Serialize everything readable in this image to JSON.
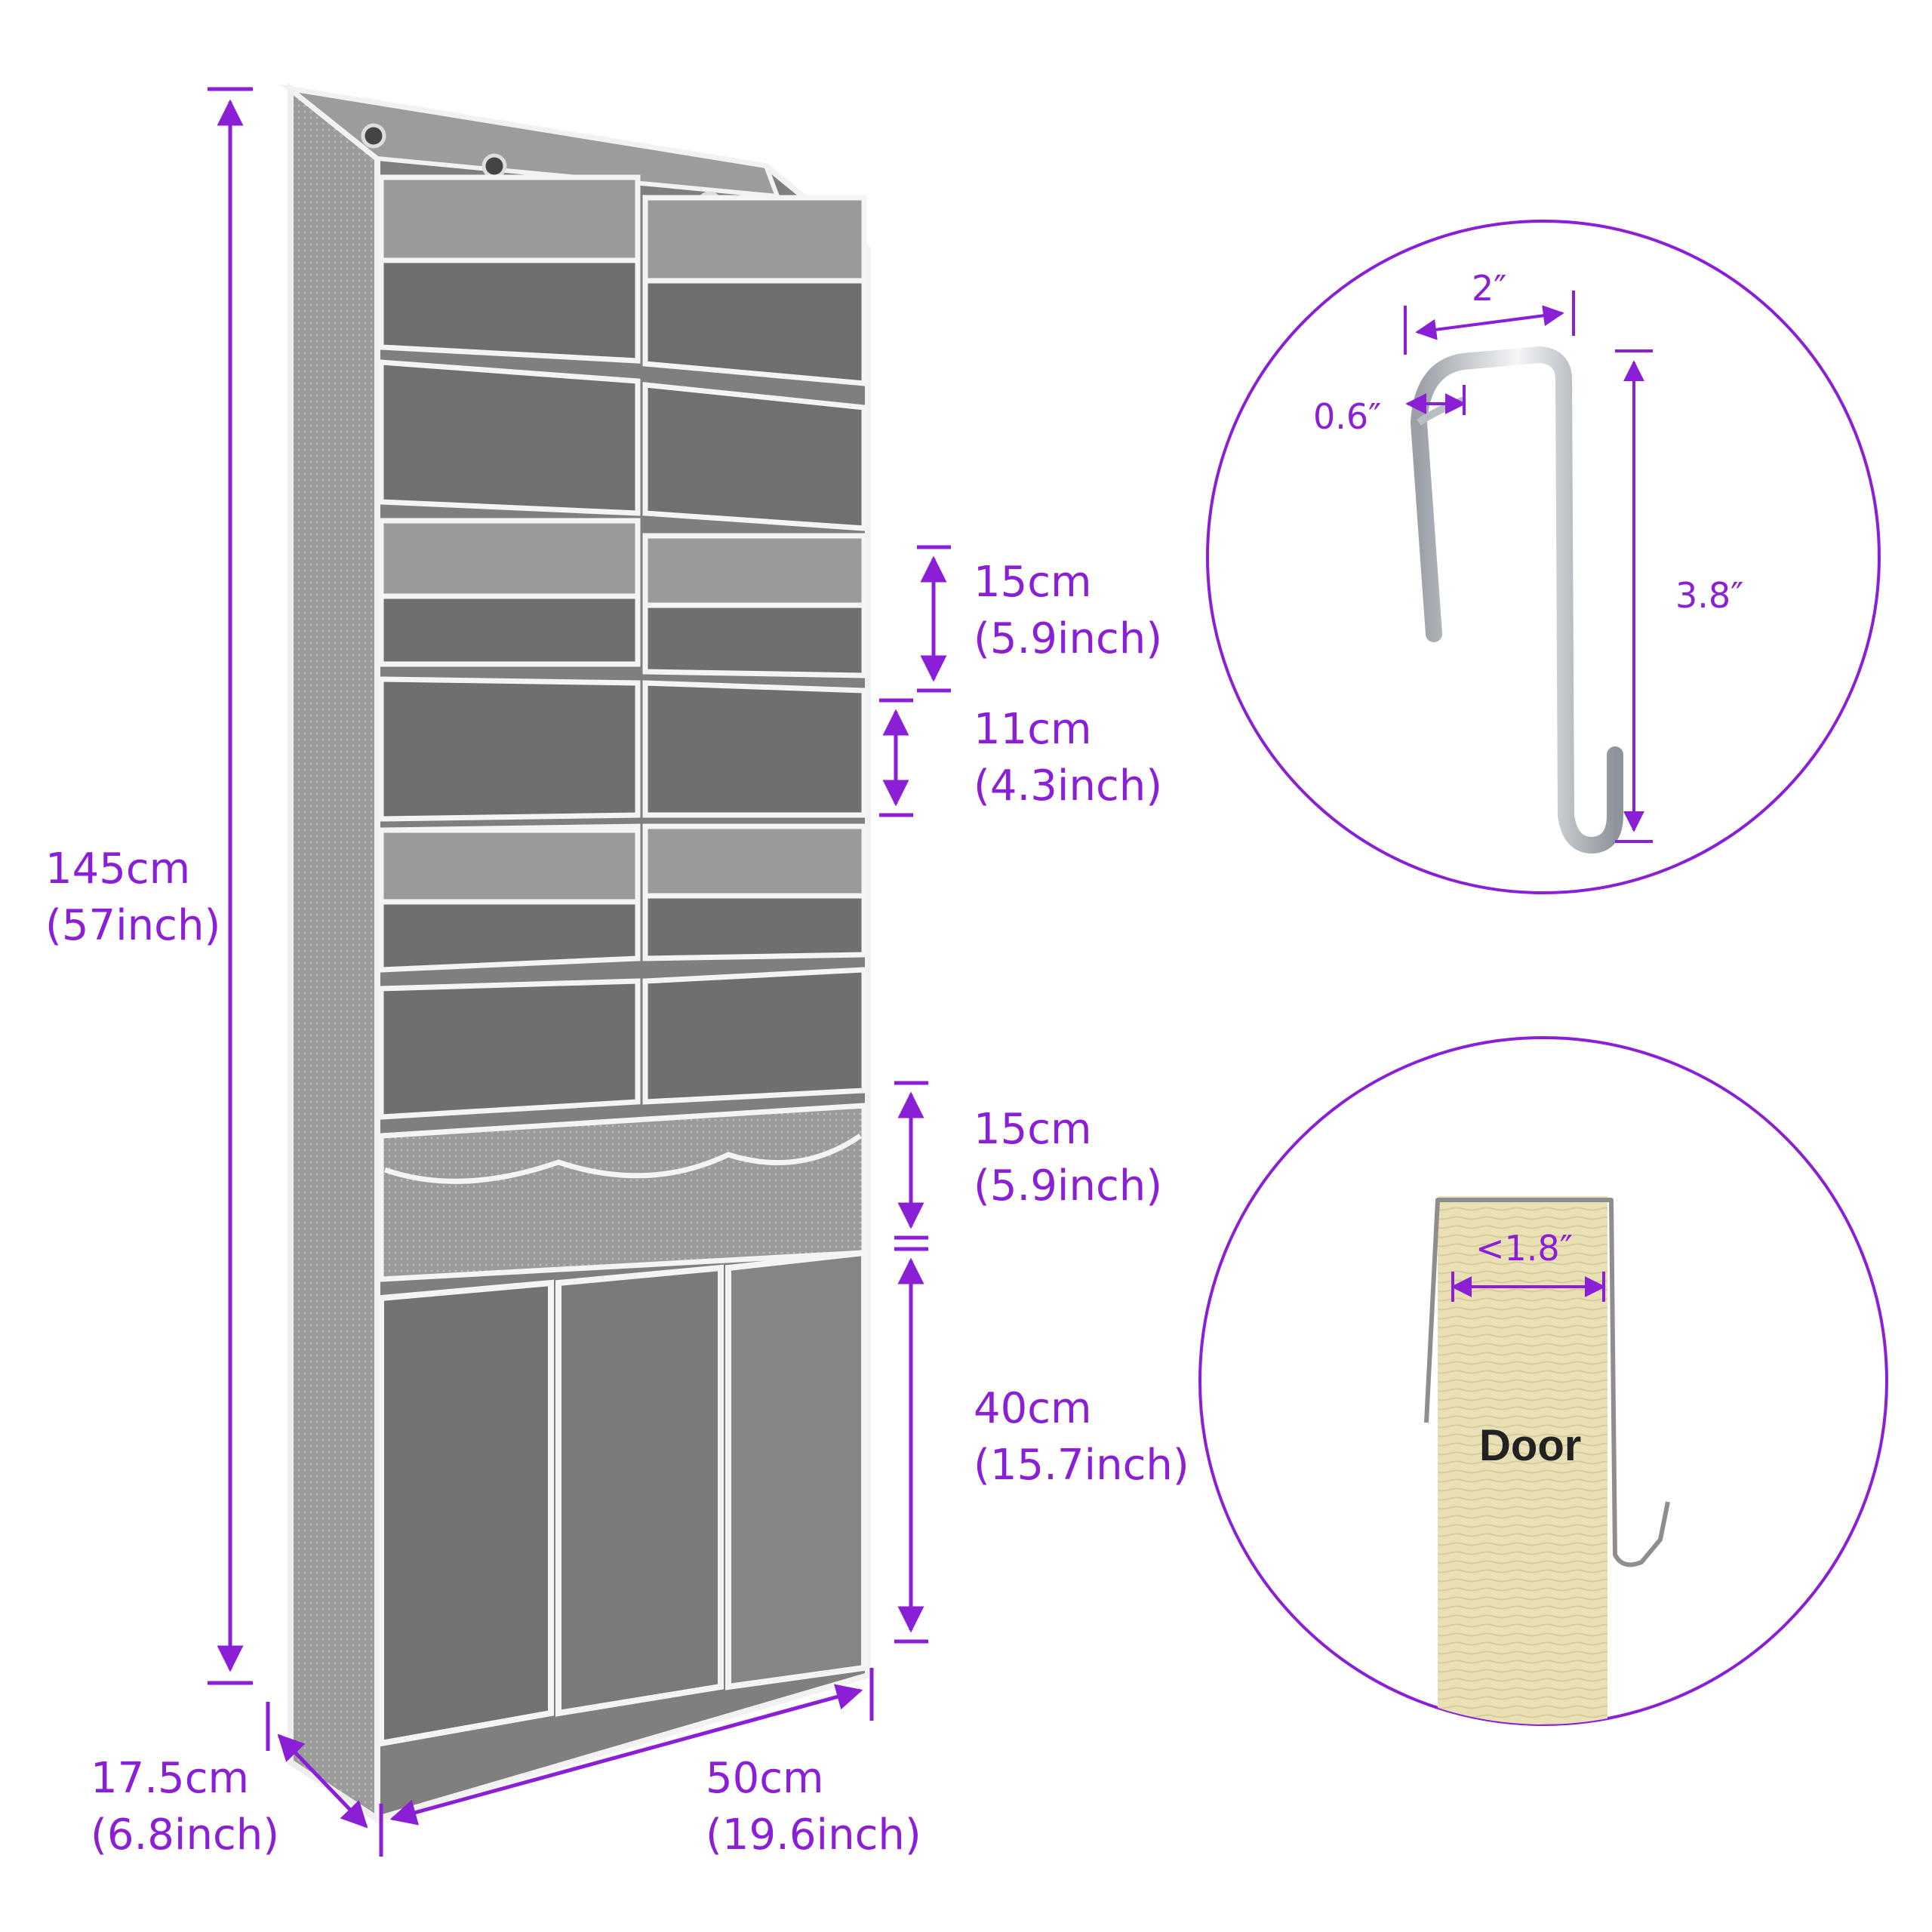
{
  "colors": {
    "accent": "#8a1fd6",
    "fabric": "#8a8a8a",
    "fabric_dark": "#6f6f6f",
    "trim": "#f2f2f2",
    "wood": "#e8dfb4"
  },
  "dimensions": {
    "height": {
      "cm": "145cm",
      "inch": "(57inch)"
    },
    "depth": {
      "cm": "17.5cm",
      "inch": "(6.8inch)"
    },
    "width": {
      "cm": "50cm",
      "inch": "(19.6inch)"
    },
    "shelf_top": {
      "cm": "15cm",
      "inch": "(5.9inch)"
    },
    "shelf_mid": {
      "cm": "11cm",
      "inch": "(4.3inch)"
    },
    "shelf_mesh": {
      "cm": "15cm",
      "inch": "(5.9inch)"
    },
    "bottom_pocket": {
      "cm": "40cm",
      "inch": "(15.7inch)"
    }
  },
  "hook_detail": {
    "width": "2″",
    "gap": "0.6″",
    "height": "3.8″"
  },
  "door_detail": {
    "thickness": "<1.8″",
    "door_label": "Door"
  }
}
